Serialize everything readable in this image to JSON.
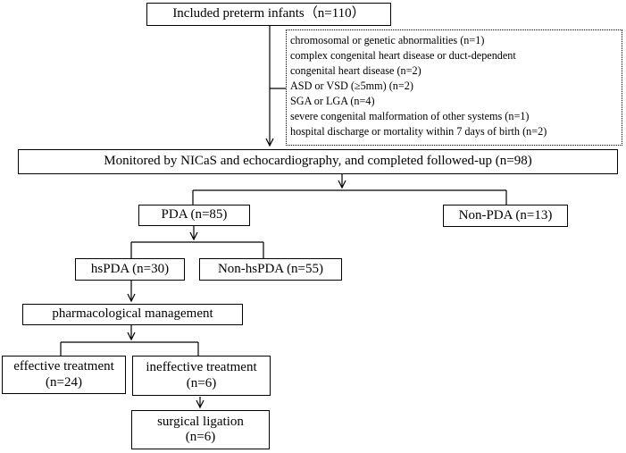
{
  "boxes": {
    "included": "Included preterm infants（n=110）",
    "monitored": "Monitored by NICaS and echocardiography, and completed followed-up (n=98)",
    "pda": "PDA (n=85)",
    "non_pda": "Non-PDA (n=13)",
    "hspda": "hsPDA (n=30)",
    "non_hspda": "Non-hsPDA (n=55)",
    "pharma": "pharmacological management",
    "effective": [
      "effective treatment",
      "(n=24)"
    ],
    "ineffective": [
      "ineffective treatment",
      "(n=6)"
    ],
    "surgical": [
      "surgical ligation",
      "(n=6)"
    ]
  },
  "exclusions": [
    "chromosomal or genetic abnormalities (n=1)",
    "complex congenital heart disease or duct-dependent",
    "congenital heart disease (n=2)",
    "ASD or VSD (≥5mm) (n=2)",
    "SGA or LGA (n=4)",
    "severe congenital malformation of other systems (n=1)",
    "hospital discharge or mortality within 7 days of birth (n=2)"
  ]
}
